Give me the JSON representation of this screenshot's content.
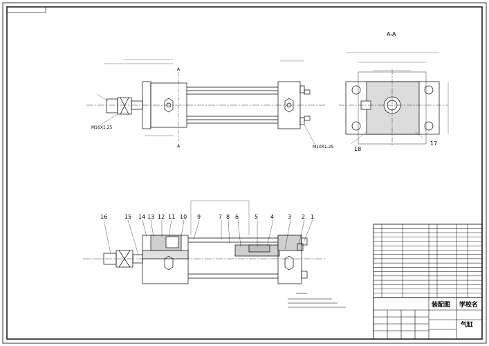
{
  "section_label": "A-A",
  "cut_markers": [
    "A",
    "A"
  ],
  "thread_callouts": {
    "left": "M16X1.25",
    "right": "M10X1.25"
  },
  "callout_numbers_top": {
    "n18": "18",
    "n17": "17"
  },
  "part_callouts": [
    "16",
    "15",
    "14",
    "13",
    "12",
    "11",
    "10",
    "9",
    "7",
    "8",
    "6",
    "5",
    "4",
    "3",
    "2",
    "1"
  ],
  "title_block": {
    "drawing_name": "装配图",
    "school": "学校名",
    "part_name": "气缸"
  },
  "bom_rows": 17
}
